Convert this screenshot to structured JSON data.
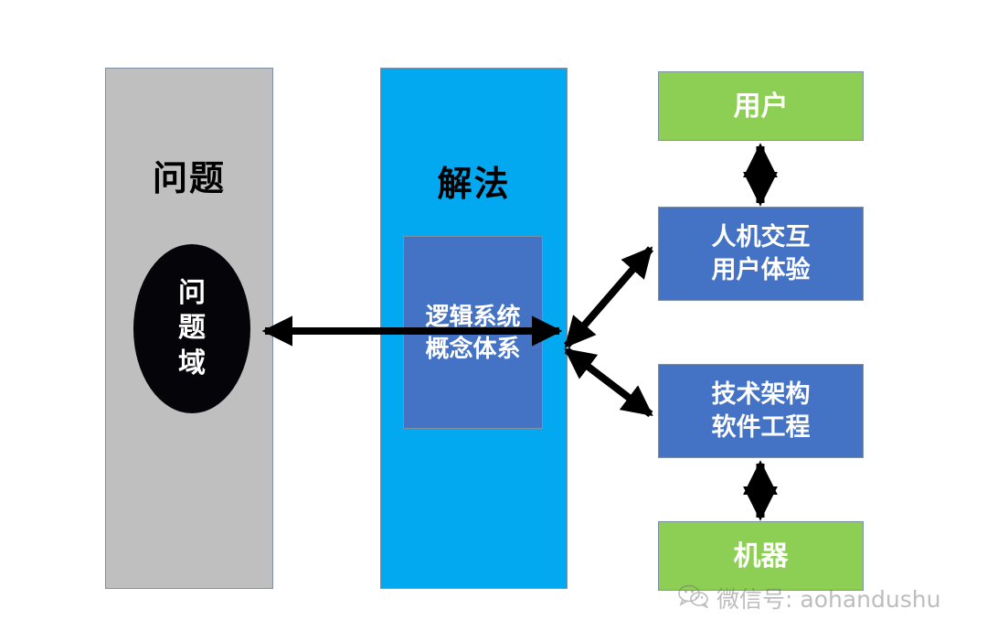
{
  "diagram": {
    "problem_panel": {
      "title": "问题",
      "ellipse_label": "问题域"
    },
    "solution_panel": {
      "title": "解法",
      "logic_box": {
        "line1": "逻辑系统",
        "line2": "概念体系"
      }
    },
    "right_column": {
      "user_box": {
        "label": "用户"
      },
      "hci_box": {
        "line1": "人机交互",
        "line2": "用户体验"
      },
      "tech_box": {
        "line1": "技术架构",
        "line2": "软件工程"
      },
      "machine_box": {
        "label": "机器"
      }
    },
    "connections": [
      {
        "name": "problem-domain-to-logic",
        "from": "问题域",
        "to": "逻辑系统概念体系",
        "style": "double-headed-horizontal"
      },
      {
        "name": "logic-to-hci",
        "from": "逻辑系统概念体系",
        "to": "人机交互用户体验",
        "style": "double-headed-diagonal-up"
      },
      {
        "name": "logic-to-tech",
        "from": "逻辑系统概念体系",
        "to": "技术架构软件工程",
        "style": "double-headed-diagonal-down"
      },
      {
        "name": "user-to-hci",
        "from": "用户",
        "to": "人机交互用户体验",
        "style": "double-headed-vertical"
      },
      {
        "name": "tech-to-machine",
        "from": "技术架构软件工程",
        "to": "机器",
        "style": "double-headed-vertical"
      }
    ],
    "watermark": {
      "text": "微信号: aohandushu",
      "icon": "wechat-icon"
    },
    "colors": {
      "problem_panel_bg": "#bfbfbf",
      "solution_panel_bg": "#03a9f0",
      "logic_box_bg": "#4472c4",
      "green_box_bg": "#8dce54",
      "blue_box_bg": "#4472c4",
      "ellipse_bg": "#050509",
      "arrow": "#000000",
      "border": "#7f8fa6",
      "page_bg": "#ffffff"
    }
  }
}
